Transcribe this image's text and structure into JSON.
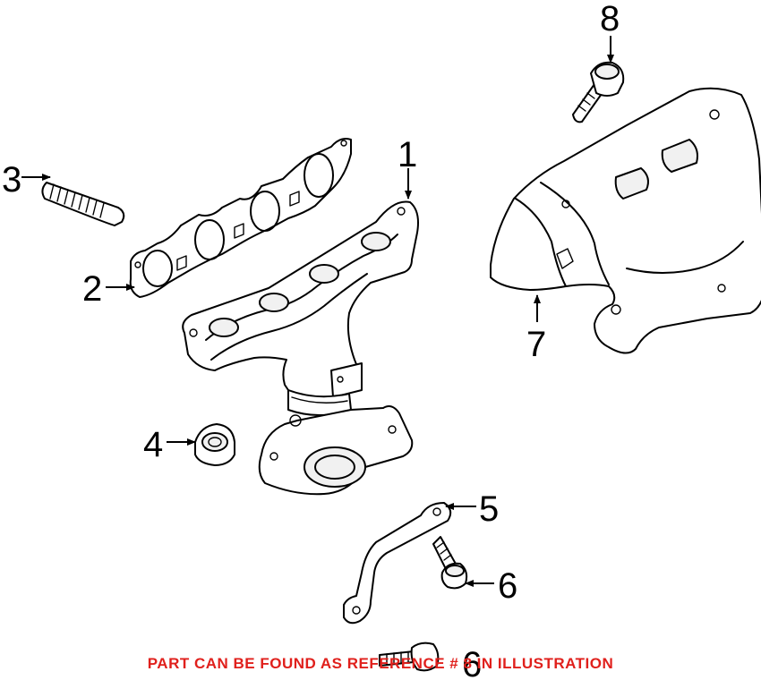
{
  "callouts": {
    "c1": "1",
    "c2": "2",
    "c3": "3",
    "c4": "4",
    "c5": "5",
    "c6a": "6",
    "c6b": "6",
    "c7": "7",
    "c8": "8"
  },
  "footer_note": "PART CAN BE FOUND AS REFERENCE # 8 IN ILLUSTRATION",
  "colors": {
    "footer_text": "#e0201c",
    "line_art": "#000000",
    "background": "#ffffff"
  }
}
